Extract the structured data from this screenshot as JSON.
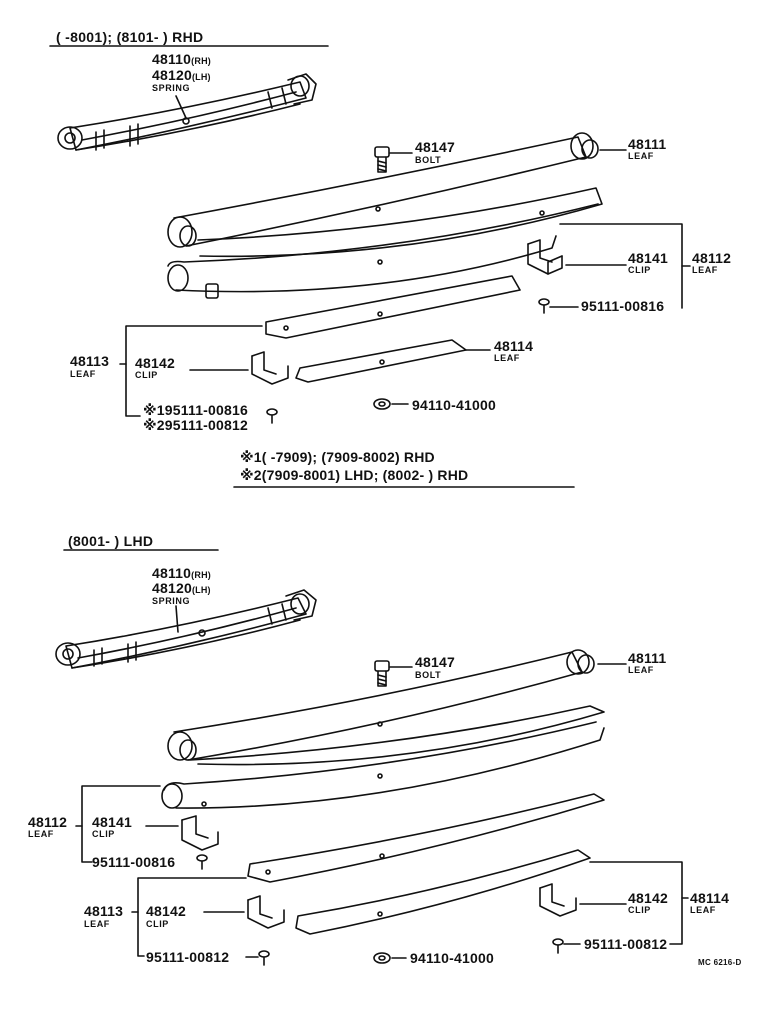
{
  "top": {
    "header": "(      -8001); (8101-       ) RHD",
    "spring": {
      "number_rh": "48110",
      "suffix_rh": "(RH)",
      "number_lh": "48120",
      "suffix_lh": "(LH)",
      "name": "SPRING"
    },
    "bolt": {
      "number": "48147",
      "name": "BOLT"
    },
    "leaf_48111": {
      "number": "48111",
      "name": "LEAF"
    },
    "clip_48141": {
      "number": "48141",
      "name": "CLIP"
    },
    "leaf_48112": {
      "number": "48112",
      "name": "LEAF"
    },
    "screw_816": "95111-00816",
    "leaf_48113": {
      "number": "48113",
      "name": "LEAF"
    },
    "clip_48142": {
      "number": "48142",
      "name": "CLIP"
    },
    "leaf_48114": {
      "number": "48114",
      "name": "LEAF"
    },
    "nut": "94110-41000",
    "note_screw1": "※195111-00816",
    "note_screw2": "※295111-00812",
    "footnote1": "※1(       -7909); (7909-8002) RHD",
    "footnote2": "※2(7909-8001) LHD; (8002-        ) RHD"
  },
  "bottom": {
    "header": "(8001-        ) LHD",
    "spring": {
      "number_rh": "48110",
      "suffix_rh": "(RH)",
      "number_lh": "48120",
      "suffix_lh": "(LH)",
      "name": "SPRING"
    },
    "bolt": {
      "number": "48147",
      "name": "BOLT"
    },
    "leaf_48111": {
      "number": "48111",
      "name": "LEAF"
    },
    "leaf_48112": {
      "number": "48112",
      "name": "LEAF"
    },
    "clip_48141": {
      "number": "48141",
      "name": "CLIP"
    },
    "screw_816": "95111-00816",
    "leaf_48113": {
      "number": "48113",
      "name": "LEAF"
    },
    "clip_48142_left": {
      "number": "48142",
      "name": "CLIP"
    },
    "screw_812_left": "95111-00812",
    "nut": "94110-41000",
    "clip_48142_right": {
      "number": "48142",
      "name": "CLIP"
    },
    "leaf_48114": {
      "number": "48114",
      "name": "LEAF"
    },
    "screw_812_right": "95111-00812"
  },
  "drawing_code": "MC 6216-D"
}
